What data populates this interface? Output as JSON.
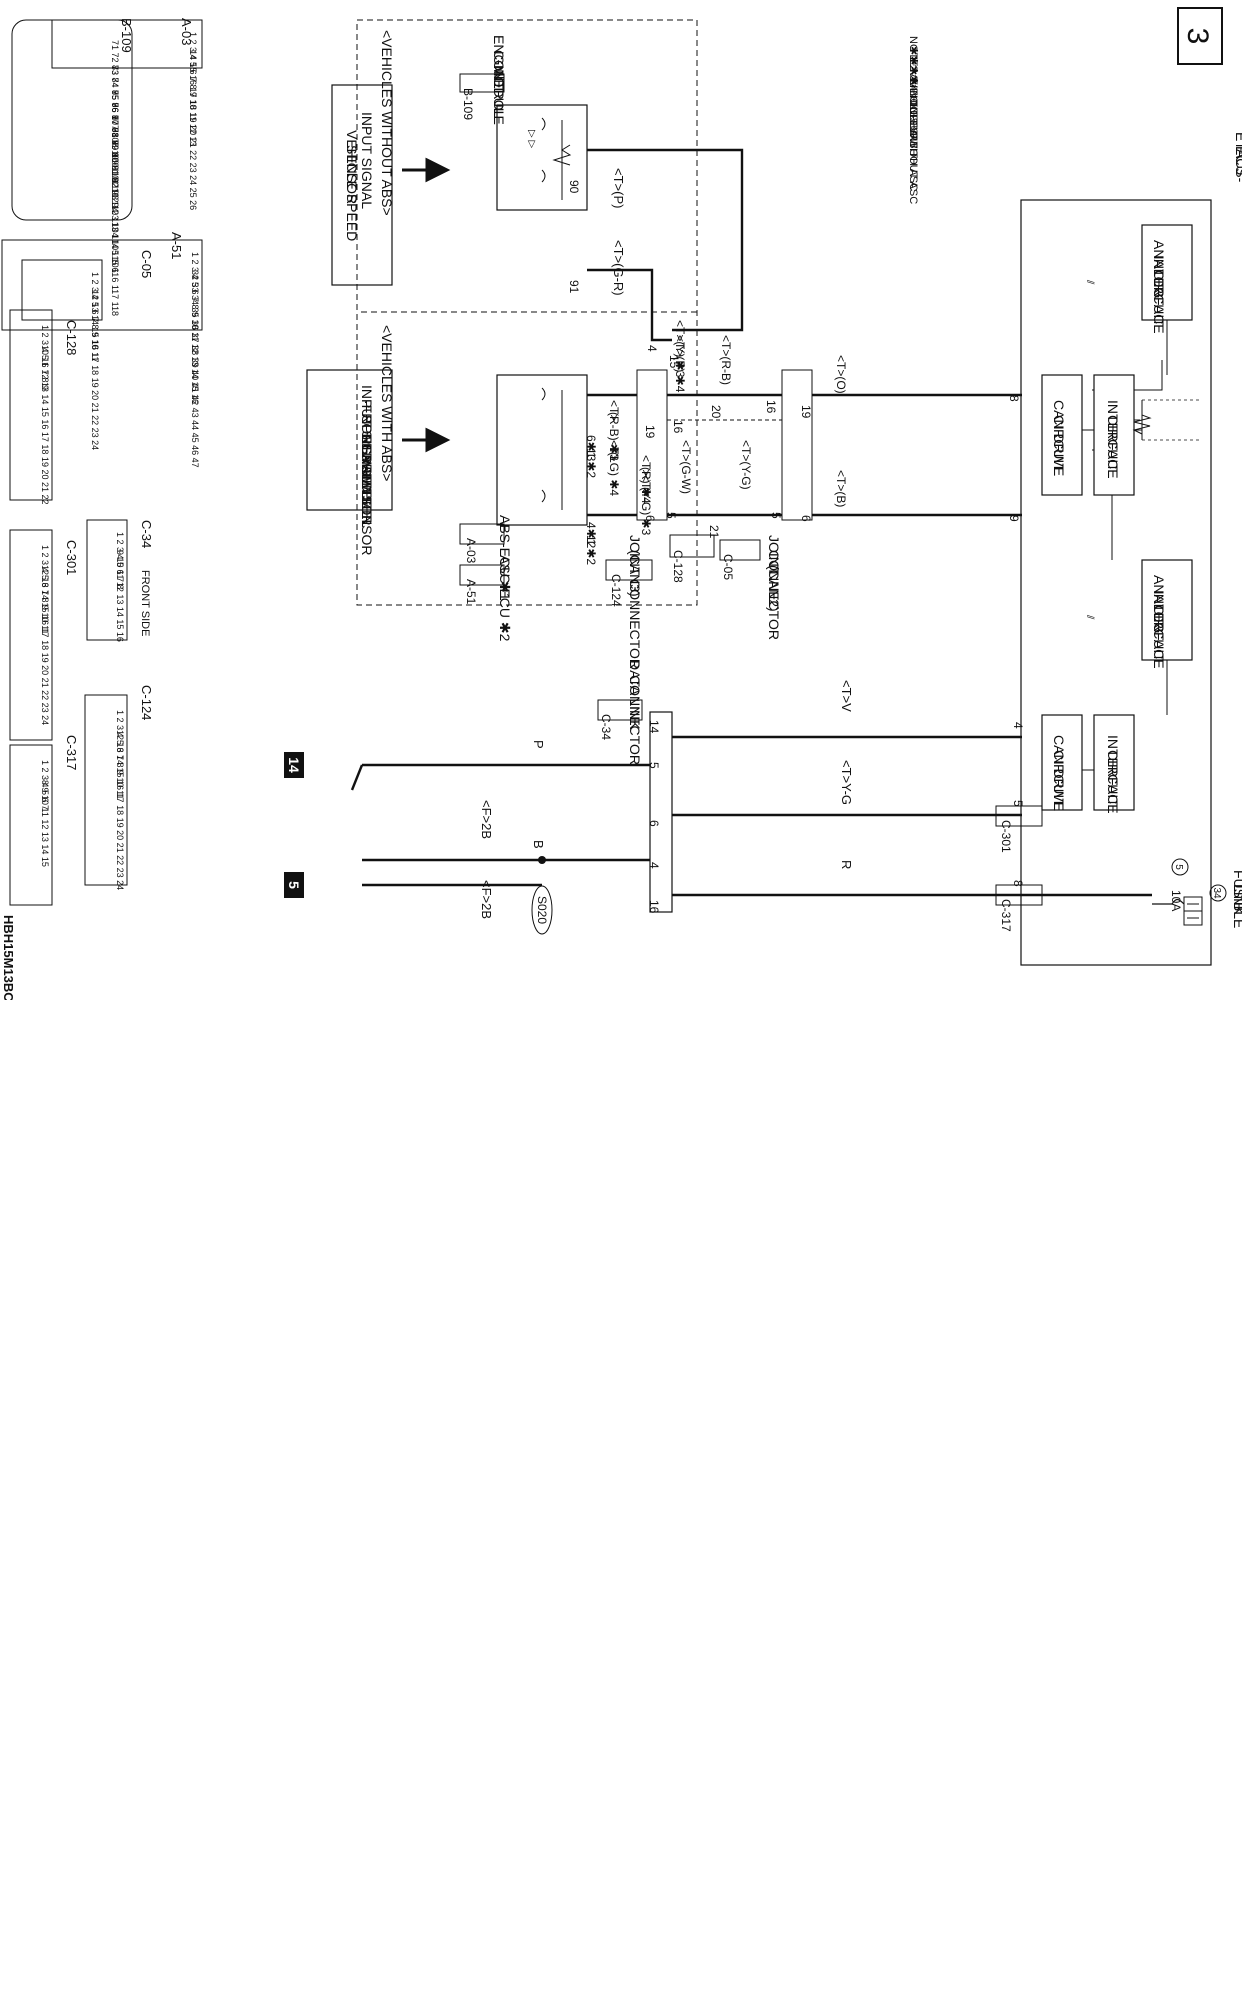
{
  "page": {
    "number": "3",
    "figure_code": "HBH15M13BC"
  },
  "note": {
    "title": "NOTE",
    "lines": [
      "✱1 : VEHICLES WITHOUT ASC",
      "✱2 : VEHICLES WITH ASC",
      "✱3 : NON-TURBO",
      "✱4 : TURBO"
    ]
  },
  "etacs": {
    "title_line1": "ETACS-",
    "title_line2": "ECU",
    "blocks": [
      {
        "name": "analog-interface-1",
        "lines": [
          "ANALOG",
          "INTERFACE",
          "CIRCUIT"
        ]
      },
      {
        "name": "interface-1",
        "lines": [
          "INTERFACE",
          "CIRCUIT"
        ]
      },
      {
        "name": "can-drive-1",
        "lines": [
          "CAN DRIVE",
          "CIRCUIT"
        ]
      },
      {
        "name": "analog-interface-2",
        "lines": [
          "ANALOG",
          "INTERFACE",
          "CIRCUIT"
        ]
      },
      {
        "name": "interface-2",
        "lines": [
          "INTERFACE",
          "CIRCUIT"
        ]
      },
      {
        "name": "can-drive-2",
        "lines": [
          "CAN DRIVE",
          "CIRCUIT"
        ]
      }
    ]
  },
  "fusible_link": {
    "lines": [
      "FUSIBLE",
      "LINK"
    ],
    "number": "34",
    "fuse_number": "5",
    "fuse_rating": "10A"
  },
  "group_labels": {
    "without_abs": "<VEHICLES WITHOUT ABS>",
    "with_abs": "<VEHICLES WITH ABS>"
  },
  "engine": {
    "lines": [
      "ENGINE",
      "CONTROL",
      "MODULE"
    ],
    "connector": "B-109"
  },
  "input1": {
    "lines": [
      "INPUT SIGNAL",
      "VEHICLE SPEED",
      "SENSOR"
    ]
  },
  "input2": {
    "lines": [
      "INPUT SIGNAL",
      "·FRONT WHEEL",
      " SPEED SENSOR",
      "·REAR WHEEL",
      " SPEED SENSOR"
    ]
  },
  "abs": {
    "line1": "ABS-ECU ✱1",
    "conn1": "A-03",
    "line2": "ASC-ECU ✱2",
    "conn2": "A-51"
  },
  "joint3": {
    "lines": [
      "JOINT CONNECTOR",
      "(CAN3)"
    ],
    "connector": "C-124"
  },
  "joint2": {
    "lines": [
      "JOINT",
      "CONNECTOR",
      "(CAN2)"
    ],
    "connector": "C-05",
    "connector2": "C-128"
  },
  "dlc": {
    "lines": [
      "DATA LINK",
      "CONNECTOR"
    ],
    "connector": "C-34"
  },
  "ground": {
    "label_p": "P",
    "label_b": "B",
    "label_f1": "<F>2B",
    "label_f2": "<F>2B",
    "splice": "S020",
    "ref14": "14",
    "ref5": "5"
  },
  "wires": {
    "ecm_pin90": "90",
    "ecm_pin91": "91",
    "ecm_w1": "<T>(P)",
    "ecm_w2": "<T>(G-R)",
    "j3_15": "15",
    "j3_4": "4",
    "abs_w_rb": "<T>",
    "abs_w_rb2": "(R-B) ✱3",
    "abs_w_lg": "<T>",
    "abs_w_lg2": "(LG) ✱4",
    "abs_19": "19",
    "abs_6a": "6✱1",
    "abs_13": "13✱2",
    "abs_w_yg": "<T>",
    "abs_w_yg2": "(Y-G) ✱3",
    "abs_w_r": "<T>",
    "abs_w_r2": "(R) ✱4",
    "abs_6": "6",
    "abs_4": "4✱1",
    "abs_12": "12✱2",
    "j_rb": "<T>(R-B)",
    "j_y": "<T>(Y) ✱3",
    "j_p": "<T>(P) ✱4",
    "j_16": "16",
    "j_20": "20",
    "j_16b": "16",
    "j_gw": "<T>(G-W)",
    "j_yg": "<T>(Y-G)",
    "j_5": "5",
    "j_21": "21",
    "j_5b": "5",
    "e_o": "<T>(O)",
    "e_b": "<T>(B)",
    "e_19": "19",
    "e_8": "8",
    "e_6": "6",
    "e_9": "9",
    "d_tv": "<T>V",
    "d_tyg": "<T>Y-G",
    "d_r": "R",
    "d_14": "14",
    "d_5": "5",
    "d_6": "6",
    "d_4": "4",
    "d_16": "16",
    "e_4": "4",
    "e_5": "5",
    "e_8b": "8",
    "e_c301": "C-301",
    "e_c317": "C-317"
  },
  "connectors": {
    "a03": {
      "label": "A-03",
      "row1": "1 2 3 4 5 6 7 8 9 10 11 12 13",
      "row2": "14 15 16 17 18 19 20 21 22 23 24 25 26"
    },
    "b109": {
      "label": "B-109",
      "row1": "71 72 73 74 75 76 77 78 79 80 81 82",
      "row2": "83 84 85 86 87 88 89 90 91 92 93 94",
      "row3": "95 96 97 98 99 100 101 102 103 104 105 106",
      "row4": "107 108 109 110 111 112 113 114 115 116 117 118"
    },
    "a51": {
      "label": "A-51",
      "row1": "1 2 3 4 5 6 7 8 9 10 11 12 13 14 15 16",
      "row2": "32 33 34 35 36 37 38 39 40 41 42 43 44 45 46 47"
    },
    "c05": {
      "label": "C-05",
      "row1": "1 2 3 4 5 6 7 8 9 10 11",
      "row2": "12 13 14 15 16 17 18 19 20 21 22 23 24"
    },
    "c128": {
      "label": "C-128",
      "row1": "1 2 3 4 5 6 7 8 9",
      "row2": "10 11 12 13 14 15 16 17 18 19 20 21 22"
    },
    "c34": {
      "label": "C-34",
      "side": "FRONT SIDE",
      "row1": "1 2 3 4 5 6 7 8",
      "row2": "9 10 11 12 13 14 15 16"
    },
    "c301": {
      "label": "C-301",
      "row1": "1 2 3 4 5 6 7 8 9 10 11",
      "row2": "12 13 14 15 16 17 18 19 20 21 22 23 24"
    },
    "c124": {
      "label": "C-124",
      "row1": "1 2 3 4 5 6 7 8 9 10 11",
      "row2": "12 13 14 15 16 17 18 19 20 21 22 23 24"
    },
    "c317": {
      "label": "C-317",
      "row1": "1 2 3 4 5 6 7",
      "row2": "8 9 10 11 12 13 14 15"
    }
  }
}
